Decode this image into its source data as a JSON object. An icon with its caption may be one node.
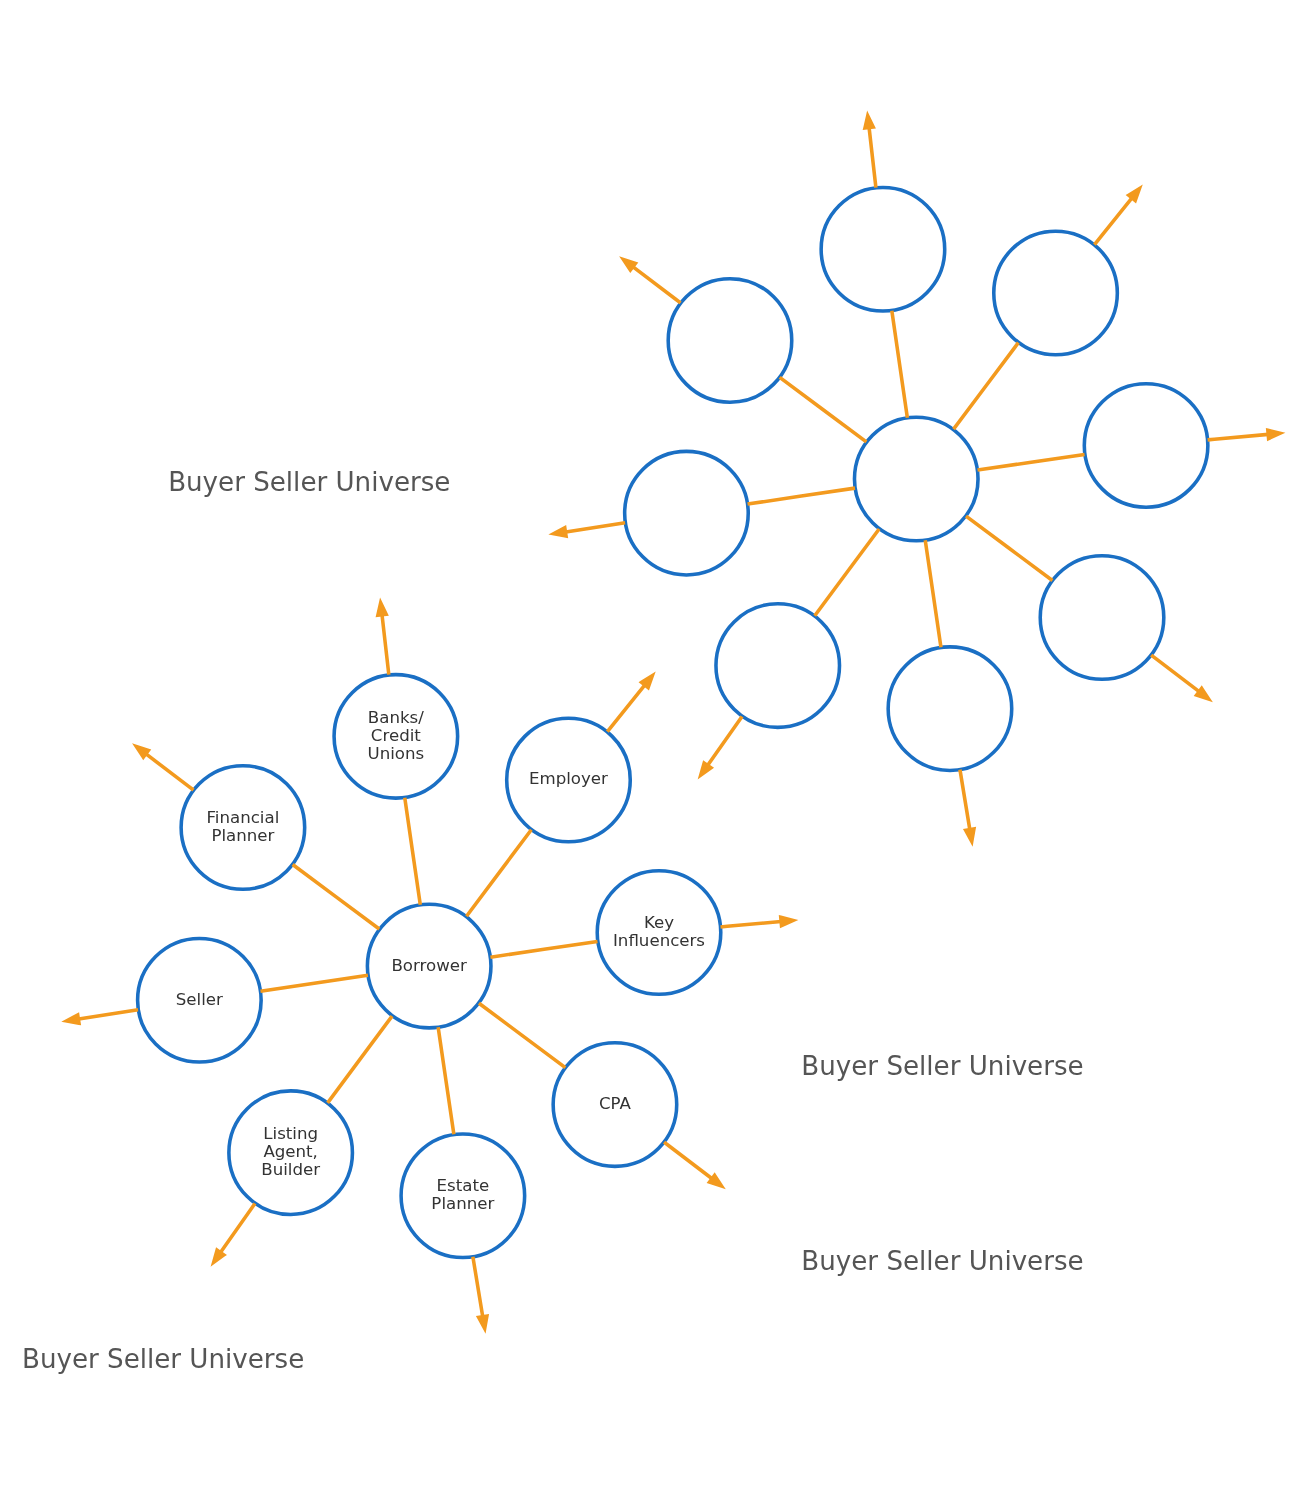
{
  "diagram": {
    "nodes": [
      {
        "text": [
          "Listing Agent, Builder"
        ]
      },
      {
        "text": [
          "Key Influencers"
        ]
      },
      {
        "text": [
          "Seller"
        ]
      },
      {
        "text": [
          "Employer"
        ]
      },
      {
        "text": [
          "Borrower"
        ]
      },
      {
        "text": [
          "Banks/ Credit Unions"
        ]
      },
      {
        "text": [
          "Financial Planner"
        ]
      },
      {
        "text": [
          "CPA"
        ]
      },
      {
        "text": [
          "Estate Planner"
        ]
      },
      {
        "text": [],
        "shape": "circle"
      },
      {
        "text": [],
        "shape": "circle"
      },
      {
        "text": [],
        "shape": "circle"
      },
      {
        "text": [],
        "shape": "circle"
      },
      {
        "text": [],
        "shape": "circle"
      },
      {
        "text": [],
        "shape": "circle"
      },
      {
        "text": [],
        "shape": "circle"
      },
      {
        "text": [],
        "shape": "circle"
      },
      {
        "text": [],
        "shape": "circle"
      }
    ],
    "edges": [
      {
        "from": 4,
        "to": 0,
        "arrow": "none"
      },
      {
        "from": 4,
        "to": 1,
        "arrow": "none"
      },
      {
        "from": 4,
        "to": 2,
        "arrow": "none"
      },
      {
        "from": 4,
        "to": 3,
        "arrow": "none"
      },
      {
        "from": 4,
        "to": 5,
        "arrow": "none"
      },
      {
        "from": 4,
        "to": 6,
        "arrow": "none"
      },
      {
        "from": 4,
        "to": 7,
        "arrow": "none"
      },
      {
        "from": 4,
        "to": 8,
        "arrow": "none"
      },
      {
        "from": 0,
        "to": null,
        "arrow": "to"
      },
      {
        "from": 1,
        "to": null,
        "arrow": "to"
      },
      {
        "from": 2,
        "to": null,
        "arrow": "to"
      },
      {
        "from": 3,
        "to": null,
        "arrow": "to"
      },
      {
        "from": 5,
        "to": null,
        "arrow": "to"
      },
      {
        "from": 6,
        "to": null,
        "arrow": "to"
      },
      {
        "from": 7,
        "to": null,
        "arrow": "to"
      },
      {
        "from": 8,
        "to": null,
        "arrow": "to"
      },
      {
        "from": 13,
        "to": 9,
        "arrow": "none"
      },
      {
        "from": 13,
        "to": 10,
        "arrow": "none"
      },
      {
        "from": 13,
        "to": 11,
        "arrow": "none"
      },
      {
        "from": 13,
        "to": 12,
        "arrow": "none"
      },
      {
        "from": 13,
        "to": 14,
        "arrow": "none"
      },
      {
        "from": 13,
        "to": 15,
        "arrow": "none"
      },
      {
        "from": 13,
        "to": 16,
        "arrow": "none"
      },
      {
        "from": 13,
        "to": 17,
        "arrow": "none"
      },
      {
        "from": 9,
        "to": null,
        "arrow": "to"
      },
      {
        "from": 10,
        "to": null,
        "arrow": "to"
      },
      {
        "from": 11,
        "to": null,
        "arrow": "to"
      },
      {
        "from": 12,
        "to": null,
        "arrow": "to"
      },
      {
        "from": 14,
        "to": null,
        "arrow": "to"
      },
      {
        "from": 15,
        "to": null,
        "arrow": "to"
      },
      {
        "from": 16,
        "to": null,
        "arrow": "to"
      },
      {
        "from": 17,
        "to": null,
        "arrow": "to"
      }
    ],
    "labels": [
      "Buyer Seller Universe",
      "Buyer Seller Universe",
      "Buyer Seller Universe",
      "Buyer Seller Universe"
    ]
  }
}
